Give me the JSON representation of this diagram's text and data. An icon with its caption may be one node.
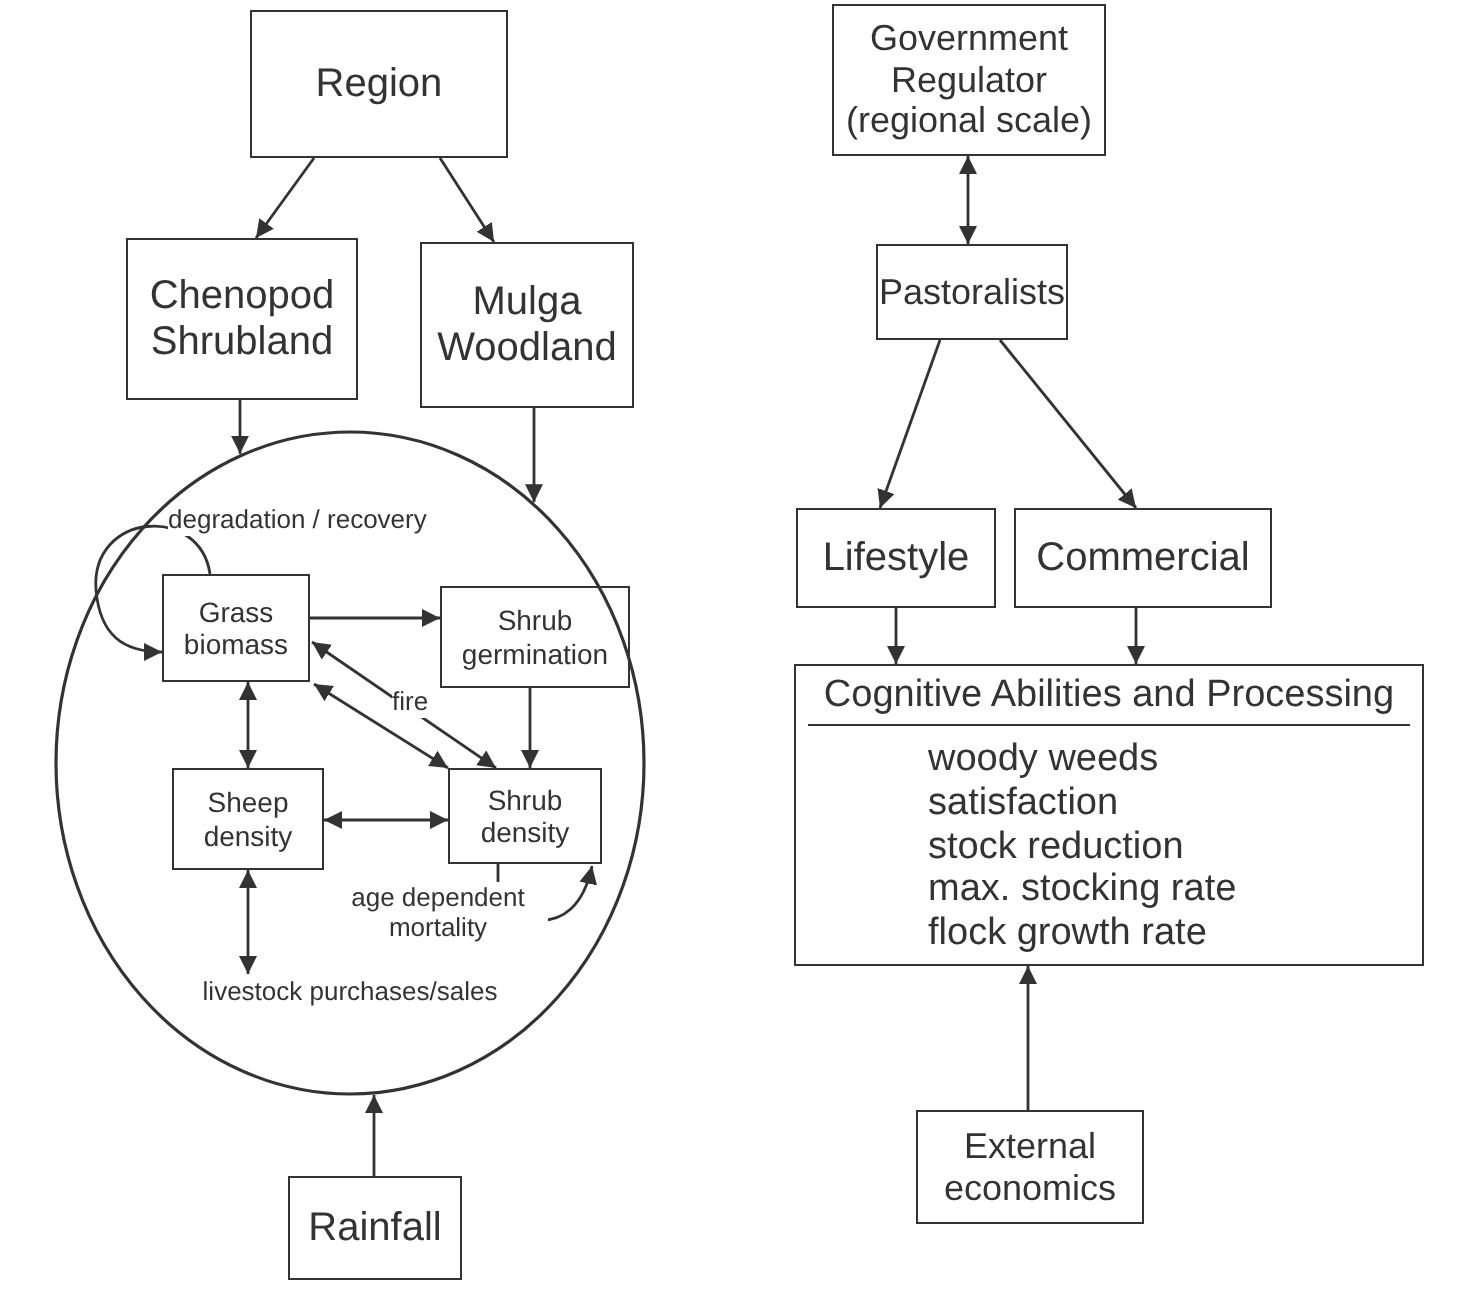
{
  "diagram": {
    "nodes": [
      {
        "text": [
          "Region"
        ]
      },
      {
        "text": [
          "Chenopod Shrubland"
        ]
      },
      {
        "text": [
          "Mulga Woodland"
        ]
      },
      {
        "text": [],
        "shape": "circle"
      },
      {
        "text": [
          "Grass biomass"
        ],
        "in": 3
      },
      {
        "text": [
          "Shrub germination"
        ],
        "in": 3
      },
      {
        "text": [
          "Sheep density"
        ],
        "in": 3
      },
      {
        "text": [
          "Shrub density"
        ],
        "in": 3
      },
      {
        "text": [
          "livestock purchases/sales"
        ],
        "in": 3
      },
      {
        "text": [
          "Rainfall"
        ]
      },
      {
        "text": [
          "Government Regulator (regional scale)"
        ]
      },
      {
        "text": [
          "Pastoralists"
        ]
      },
      {
        "text": [
          "Lifestyle"
        ]
      },
      {
        "text": [
          "Commercial"
        ]
      },
      {
        "text": [
          "Cognitive Abilities and Processing",
          "woody weeds",
          "satisfaction",
          "stock reduction",
          "max. stocking rate",
          "flock growth rate"
        ]
      },
      {
        "text": [
          "External economics"
        ]
      }
    ],
    "edges": [
      {
        "from": 0,
        "to": 1,
        "arrow": "to"
      },
      {
        "from": 0,
        "to": 2,
        "arrow": "to"
      },
      {
        "from": 1,
        "to": 3,
        "arrow": "to"
      },
      {
        "from": 2,
        "to": 3,
        "arrow": "to"
      },
      {
        "from": 4,
        "to": 4,
        "arrow": "to",
        "label": "degradation / recovery"
      },
      {
        "from": 4,
        "to": 5,
        "arrow": "to"
      },
      {
        "from": 5,
        "to": 7,
        "arrow": "to"
      },
      {
        "from": 4,
        "to": 6,
        "arrow": "both"
      },
      {
        "from": 4,
        "to": 7,
        "arrow": "both"
      },
      {
        "from": 4,
        "to": 7,
        "arrow": "both",
        "label": "fire"
      },
      {
        "from": 6,
        "to": 7,
        "arrow": "both"
      },
      {
        "from": 6,
        "to": 8,
        "arrow": "both"
      },
      {
        "from": 7,
        "to": 7,
        "arrow": "to",
        "label": "age dependent mortality"
      },
      {
        "from": 9,
        "to": 3,
        "arrow": "to"
      },
      {
        "from": 10,
        "to": 11,
        "arrow": "both"
      },
      {
        "from": 11,
        "to": 12,
        "arrow": "to"
      },
      {
        "from": 11,
        "to": 13,
        "arrow": "to"
      },
      {
        "from": 12,
        "to": 14,
        "arrow": "to"
      },
      {
        "from": 13,
        "to": 14,
        "arrow": "to"
      },
      {
        "from": 15,
        "to": 14,
        "arrow": "to"
      }
    ]
  }
}
